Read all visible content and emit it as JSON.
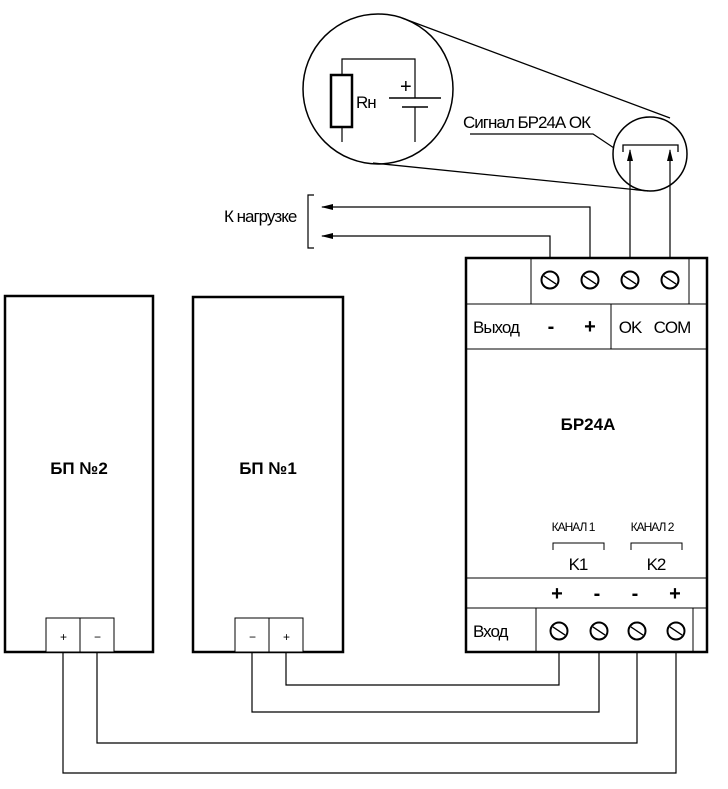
{
  "load_label": "К нагрузке",
  "signal_label": "Сигнал БР24А ОК",
  "zoom_detail": {
    "resistor_label": "Rн",
    "battery_plus": "+"
  },
  "psu2": {
    "label": "БП №2",
    "terminals": [
      "+",
      "−"
    ]
  },
  "psu1": {
    "label": "БП №1",
    "terminals": [
      "−",
      "+"
    ]
  },
  "module": {
    "name": "БР24А",
    "output_label": "Выход",
    "output_terminals": [
      "-",
      "+",
      "OK",
      "COM"
    ],
    "channel1": {
      "label": "КАНАЛ 1",
      "id": "K1"
    },
    "channel2": {
      "label": "КАНАЛ 2",
      "id": "K2"
    },
    "input_label": "Вход",
    "input_signs": [
      "+",
      "-",
      "-",
      "+"
    ]
  }
}
